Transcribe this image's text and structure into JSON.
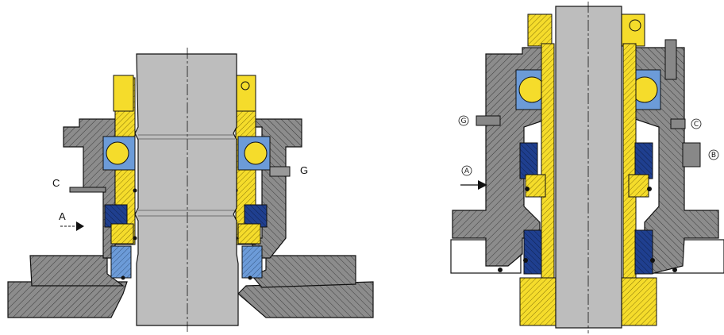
{
  "left_drawing": {
    "labels": {
      "c": "C",
      "a": "A",
      "g": "G"
    }
  },
  "right_drawing": {
    "labels": {
      "g": "G",
      "c": "C",
      "b": "B",
      "a": "A"
    }
  },
  "colors": {
    "housing": "#8c8c8c",
    "shaft": "#bdbdbd",
    "yellow": "#f5dc2b",
    "blue_dark": "#1f3f8f",
    "blue_light": "#5c8fd0",
    "ink": "#111111"
  }
}
